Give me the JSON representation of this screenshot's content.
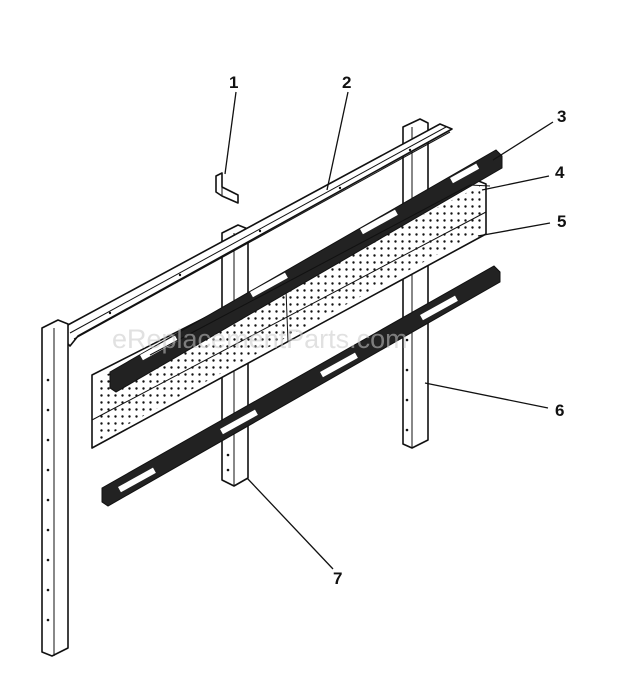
{
  "watermark": "eReplacementParts.com",
  "callouts": [
    {
      "id": "1",
      "label": "1"
    },
    {
      "id": "2",
      "label": "2"
    },
    {
      "id": "3",
      "label": "3"
    },
    {
      "id": "4",
      "label": "4"
    },
    {
      "id": "5",
      "label": "5"
    },
    {
      "id": "6",
      "label": "6"
    },
    {
      "id": "7",
      "label": "7"
    }
  ]
}
